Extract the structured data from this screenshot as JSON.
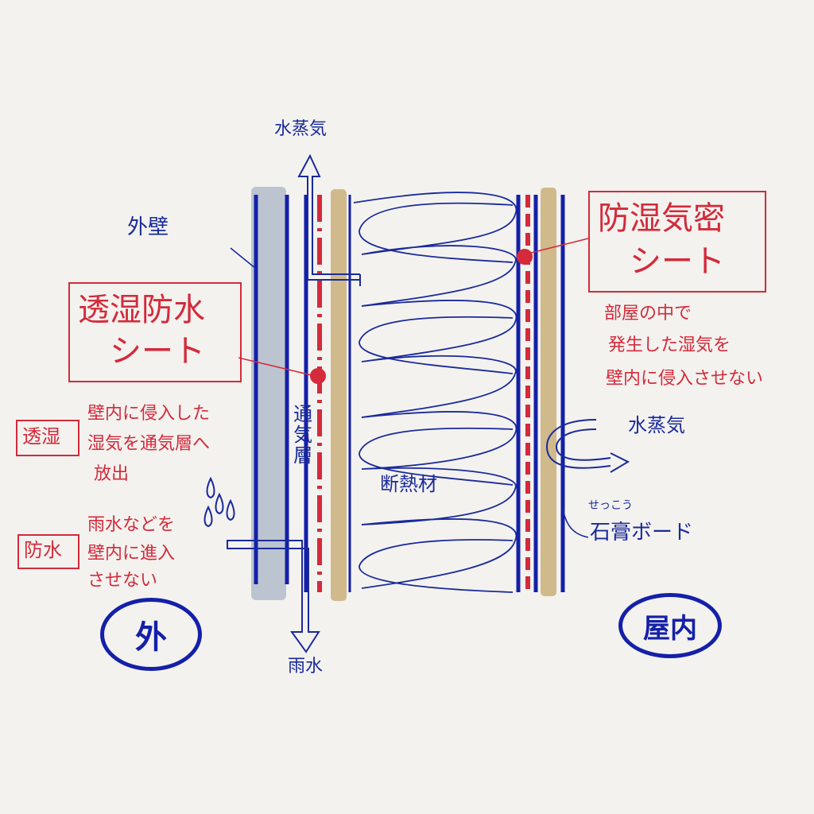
{
  "labels": {
    "vapor_top": "水蒸気",
    "outer_wall": "外壁",
    "breathable_sheet_line1": "透湿防水",
    "breathable_sheet_line2": "シート",
    "vapor_barrier_line1": "防湿気密",
    "vapor_barrier_line2": "シート",
    "vapor_barrier_desc": [
      "部屋の中で",
      "発生した湿気を",
      "壁内に侵入させない"
    ],
    "moisture_tag": "透湿",
    "moisture_desc": [
      "壁内に侵入した",
      "湿気を通気層へ",
      "放出"
    ],
    "waterproof_tag": "防水",
    "waterproof_desc": [
      "雨水などを",
      "壁内に進入",
      "させない"
    ],
    "air_layer": "通気層",
    "insulation": "断熱材",
    "vapor_right": "水蒸気",
    "gypsum_reading": "せっこう",
    "gypsum_board": "石膏ボード",
    "rain": "雨水",
    "outside": "外",
    "indoor": "屋内"
  },
  "colors": {
    "blue_ink": "#1a2a9a",
    "red_ink": "#d42a3a",
    "gray_layer": "#aab4c4",
    "tan_layer": "#c9b07a",
    "paper": "#f3f2ef"
  }
}
